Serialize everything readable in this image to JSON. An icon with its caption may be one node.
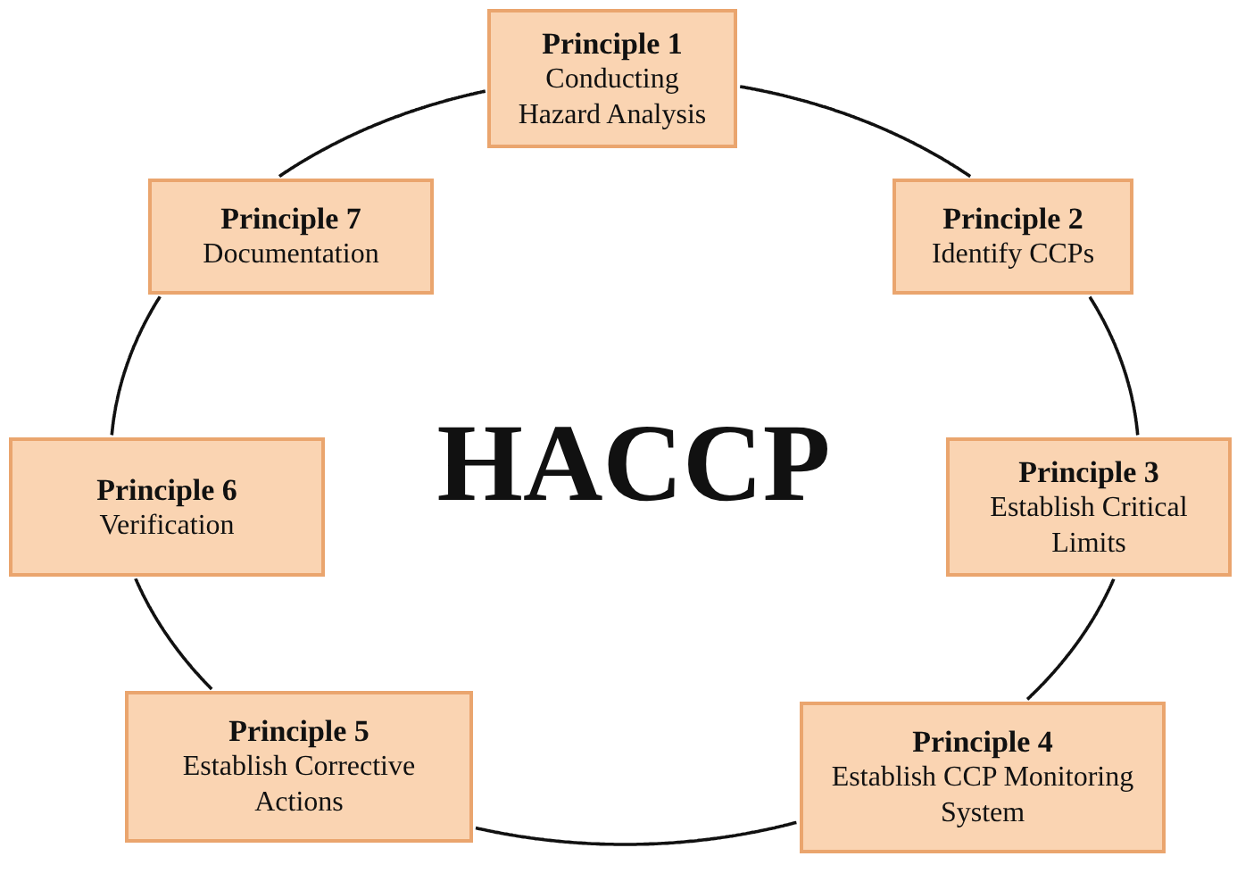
{
  "diagram": {
    "nodes": [
      {
        "text": [
          "Principle 1",
          "Conducting Hazard Analysis"
        ]
      },
      {
        "text": [
          "Principle 2",
          "Identify CCPs"
        ]
      },
      {
        "text": [
          "Principle 3",
          "Establish Critical Limits"
        ]
      },
      {
        "text": [
          "Principle 4",
          "Establish CCP Monitoring System"
        ]
      },
      {
        "text": [
          "Principle 5",
          "Establish Corrective Actions"
        ]
      },
      {
        "text": [
          "Principle 6",
          "Verification"
        ]
      },
      {
        "text": [
          "Principle 7",
          "Documentation"
        ]
      }
    ],
    "edges": [
      {
        "from": 0,
        "to": 1,
        "arrow": "none"
      },
      {
        "from": 1,
        "to": 2,
        "arrow": "none"
      },
      {
        "from": 2,
        "to": 3,
        "arrow": "none"
      },
      {
        "from": 3,
        "to": 4,
        "arrow": "none"
      },
      {
        "from": 4,
        "to": 5,
        "arrow": "none"
      },
      {
        "from": 5,
        "to": 6,
        "arrow": "none"
      },
      {
        "from": 6,
        "to": 0,
        "arrow": "none"
      }
    ],
    "labels": [
      "HACCP"
    ]
  }
}
